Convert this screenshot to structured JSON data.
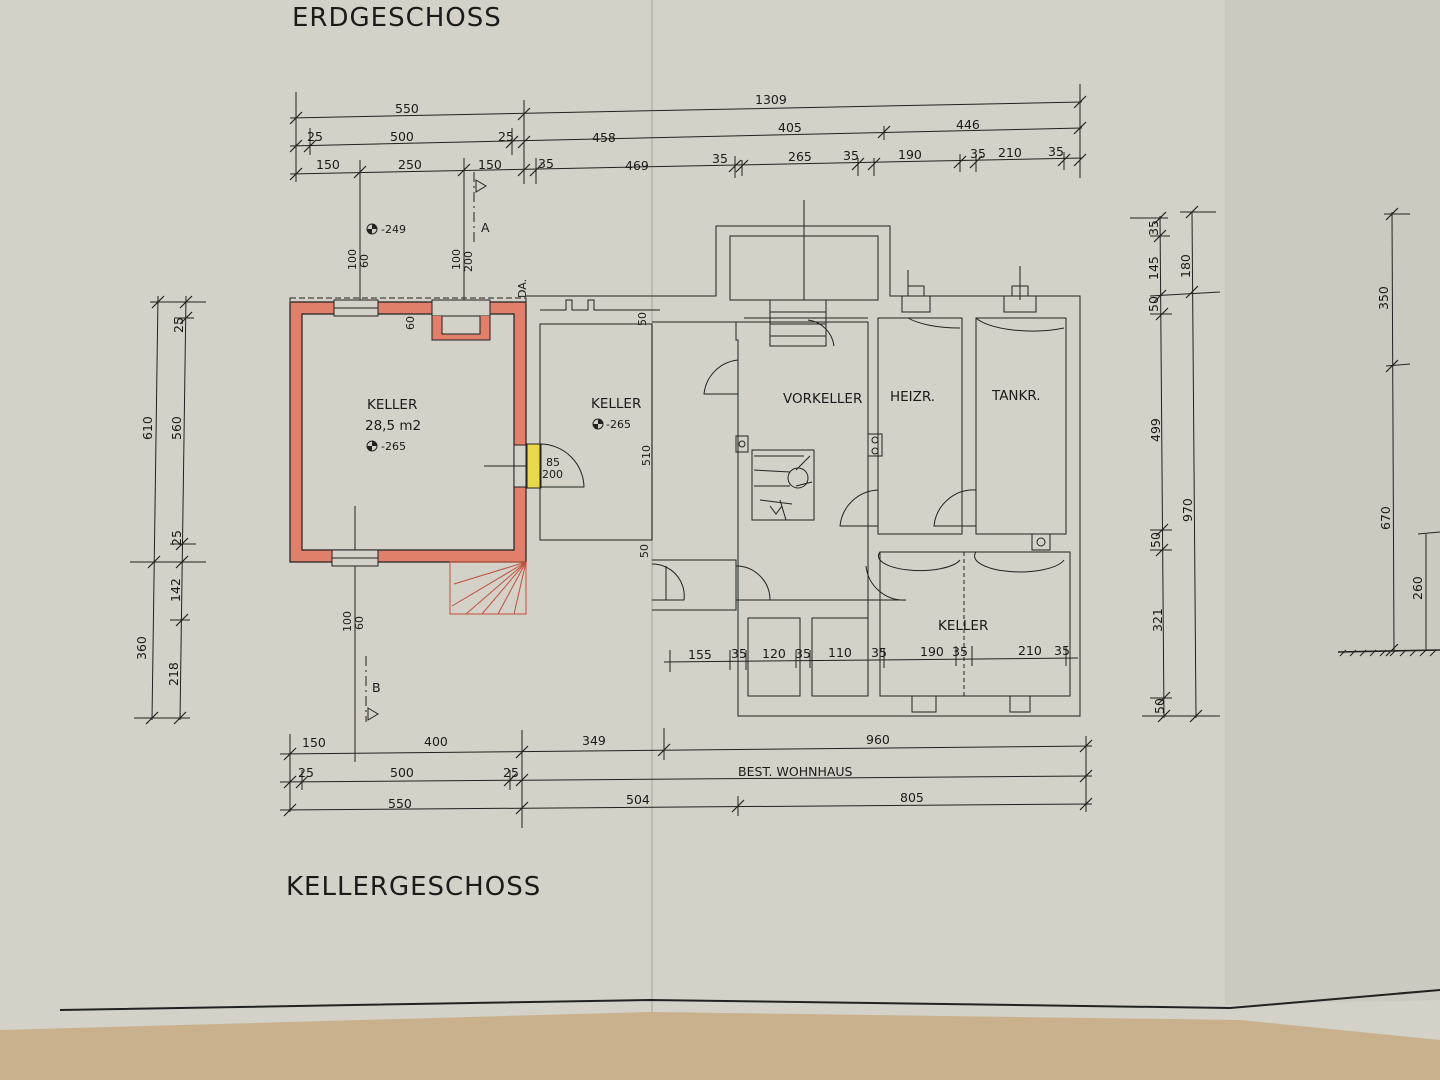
{
  "titles": {
    "top": "ERDGESCHOSS",
    "bottom": "KELLERGESCHOSS",
    "existing_house": "BEST. WOHNHAUS"
  },
  "rooms": {
    "keller_new_name": "KELLER",
    "keller_new_area": "28,5 m2",
    "keller_new_level": "-265",
    "keller_mid_name": "KELLER",
    "keller_mid_level": "-265",
    "vorkeller": "VORKELLER",
    "heizraum": "HEIZR.",
    "tankraum": "TANKR.",
    "keller_right": "KELLER"
  },
  "levels": {
    "top_marker": "-249"
  },
  "sections": {
    "a": "A",
    "b": "B"
  },
  "labels": {
    "da": "DA."
  },
  "dims": {
    "top_row1": [
      "550",
      "1309"
    ],
    "top_row2": [
      "25",
      "500",
      "25",
      "458",
      "405",
      "446"
    ],
    "top_row3": [
      "150",
      "250",
      "150",
      "35",
      "469",
      "35",
      "265",
      "35",
      "190",
      "35",
      "210",
      "35"
    ],
    "left_outer": [
      "610",
      "360"
    ],
    "left_inner": [
      "25",
      "560",
      "25",
      "142",
      "218"
    ],
    "right_a": [
      "35",
      "145",
      "50",
      "499",
      "50",
      "321",
      "50"
    ],
    "right_b": [
      "180",
      "970"
    ],
    "far_right": [
      "350",
      "670",
      "260"
    ],
    "bottom_row1": [
      "150",
      "400",
      "349",
      "960"
    ],
    "bottom_row2": [
      "25",
      "500",
      "25"
    ],
    "bottom_row3": [
      "550",
      "504",
      "805"
    ],
    "interior_row": [
      "155",
      "35",
      "120",
      "35",
      "110",
      "35",
      "190",
      "35",
      "210",
      "35"
    ],
    "window_top": [
      "100",
      "60",
      "100",
      "200"
    ],
    "window_bottom": [
      "100",
      "60"
    ],
    "door_mid": [
      "85",
      "200"
    ],
    "misc": [
      "60",
      "50",
      "510",
      "50"
    ]
  },
  "colors": {
    "paper": "#d3d1c8",
    "ink": "#1b1b1b",
    "new_wall": "#e0806a",
    "highlight": "#e8d84a",
    "table": "#c9b18d"
  }
}
